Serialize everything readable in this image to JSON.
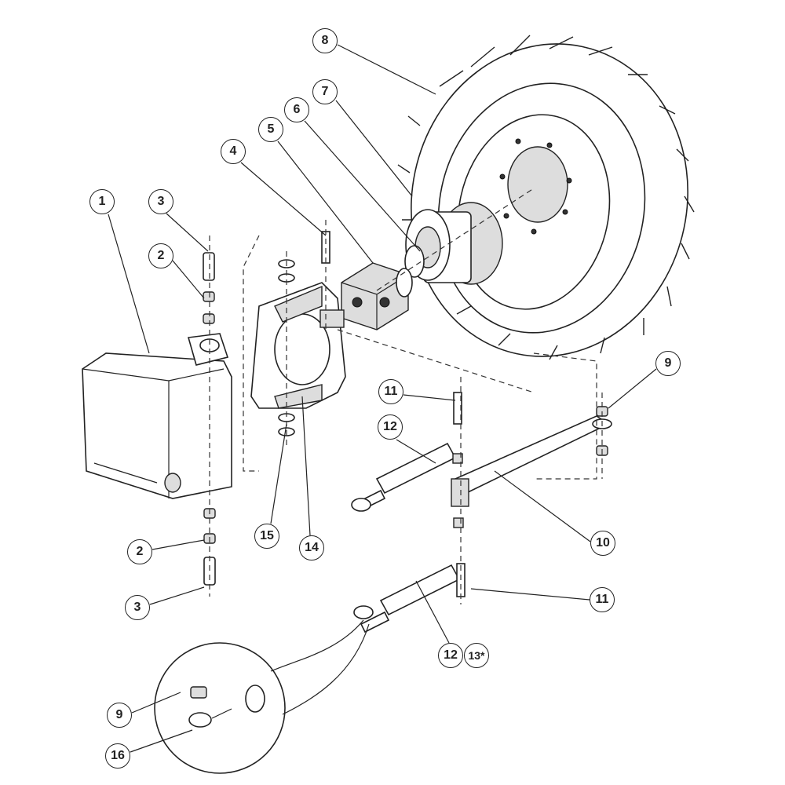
{
  "diagram": {
    "type": "exploded-parts-view",
    "callouts": [
      {
        "id": "c8",
        "label": "8"
      },
      {
        "id": "c7",
        "label": "7"
      },
      {
        "id": "c6",
        "label": "6"
      },
      {
        "id": "c5",
        "label": "5"
      },
      {
        "id": "c4",
        "label": "4"
      },
      {
        "id": "c3a",
        "label": "3"
      },
      {
        "id": "c1",
        "label": "1"
      },
      {
        "id": "c2a",
        "label": "2"
      },
      {
        "id": "c9a",
        "label": "9"
      },
      {
        "id": "c11a",
        "label": "11"
      },
      {
        "id": "c12a",
        "label": "12"
      },
      {
        "id": "c10",
        "label": "10"
      },
      {
        "id": "c15",
        "label": "15"
      },
      {
        "id": "c14",
        "label": "14"
      },
      {
        "id": "c2b",
        "label": "2"
      },
      {
        "id": "c3b",
        "label": "3"
      },
      {
        "id": "c11b",
        "label": "11"
      },
      {
        "id": "c12b",
        "label": "12"
      },
      {
        "id": "c13",
        "label": "13*"
      },
      {
        "id": "c9b",
        "label": "9"
      },
      {
        "id": "c16",
        "label": "16"
      }
    ]
  }
}
